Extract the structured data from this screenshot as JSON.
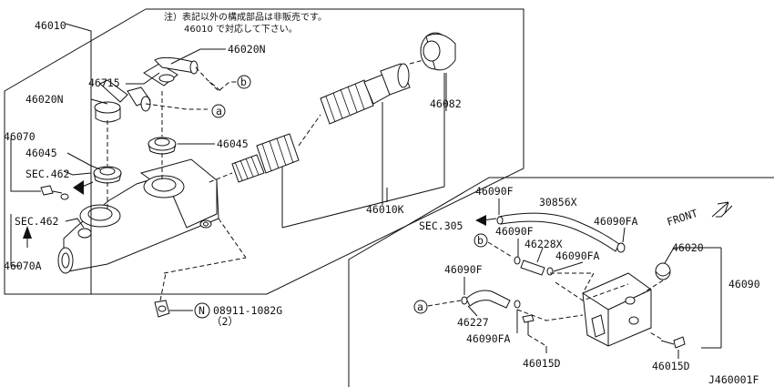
{
  "note": {
    "line1": "注）表記以外の構成部品は非販売です。",
    "line2": "46010 で対応して下さい。"
  },
  "labels": {
    "p46010": "46010",
    "p46020n_top": "46020N",
    "p46715": "46715",
    "p46020n_left": "46020N",
    "p46070": "46070",
    "p46045_left": "46045",
    "p46045_right": "46045",
    "sec462_a": "SEC.462",
    "sec462_b": "SEC.462",
    "p46070a": "46070A",
    "p46082": "46082",
    "p46010k": "46010K",
    "bolt_num": "08911-1082G",
    "bolt_qty": "（2）",
    "p46090f_1": "46090F",
    "p30856x": "30856X",
    "p46090fa_1": "46090FA",
    "sec305": "SEC.305",
    "p46090f_2": "46090F",
    "p46228x": "46228X",
    "p46090fa_2": "46090FA",
    "p46020": "46020",
    "p46090": "46090",
    "p46090f_3": "46090F",
    "p46227": "46227",
    "p46090fa_3": "46090FA",
    "p46015d_1": "46015D",
    "p46015d_2": "46015D",
    "front": "FRONT",
    "ref_a_1": "a",
    "ref_a_2": "a",
    "ref_b_1": "b",
    "ref_b_2": "b",
    "ref_n": "N",
    "diagram_code": "J460001F"
  }
}
